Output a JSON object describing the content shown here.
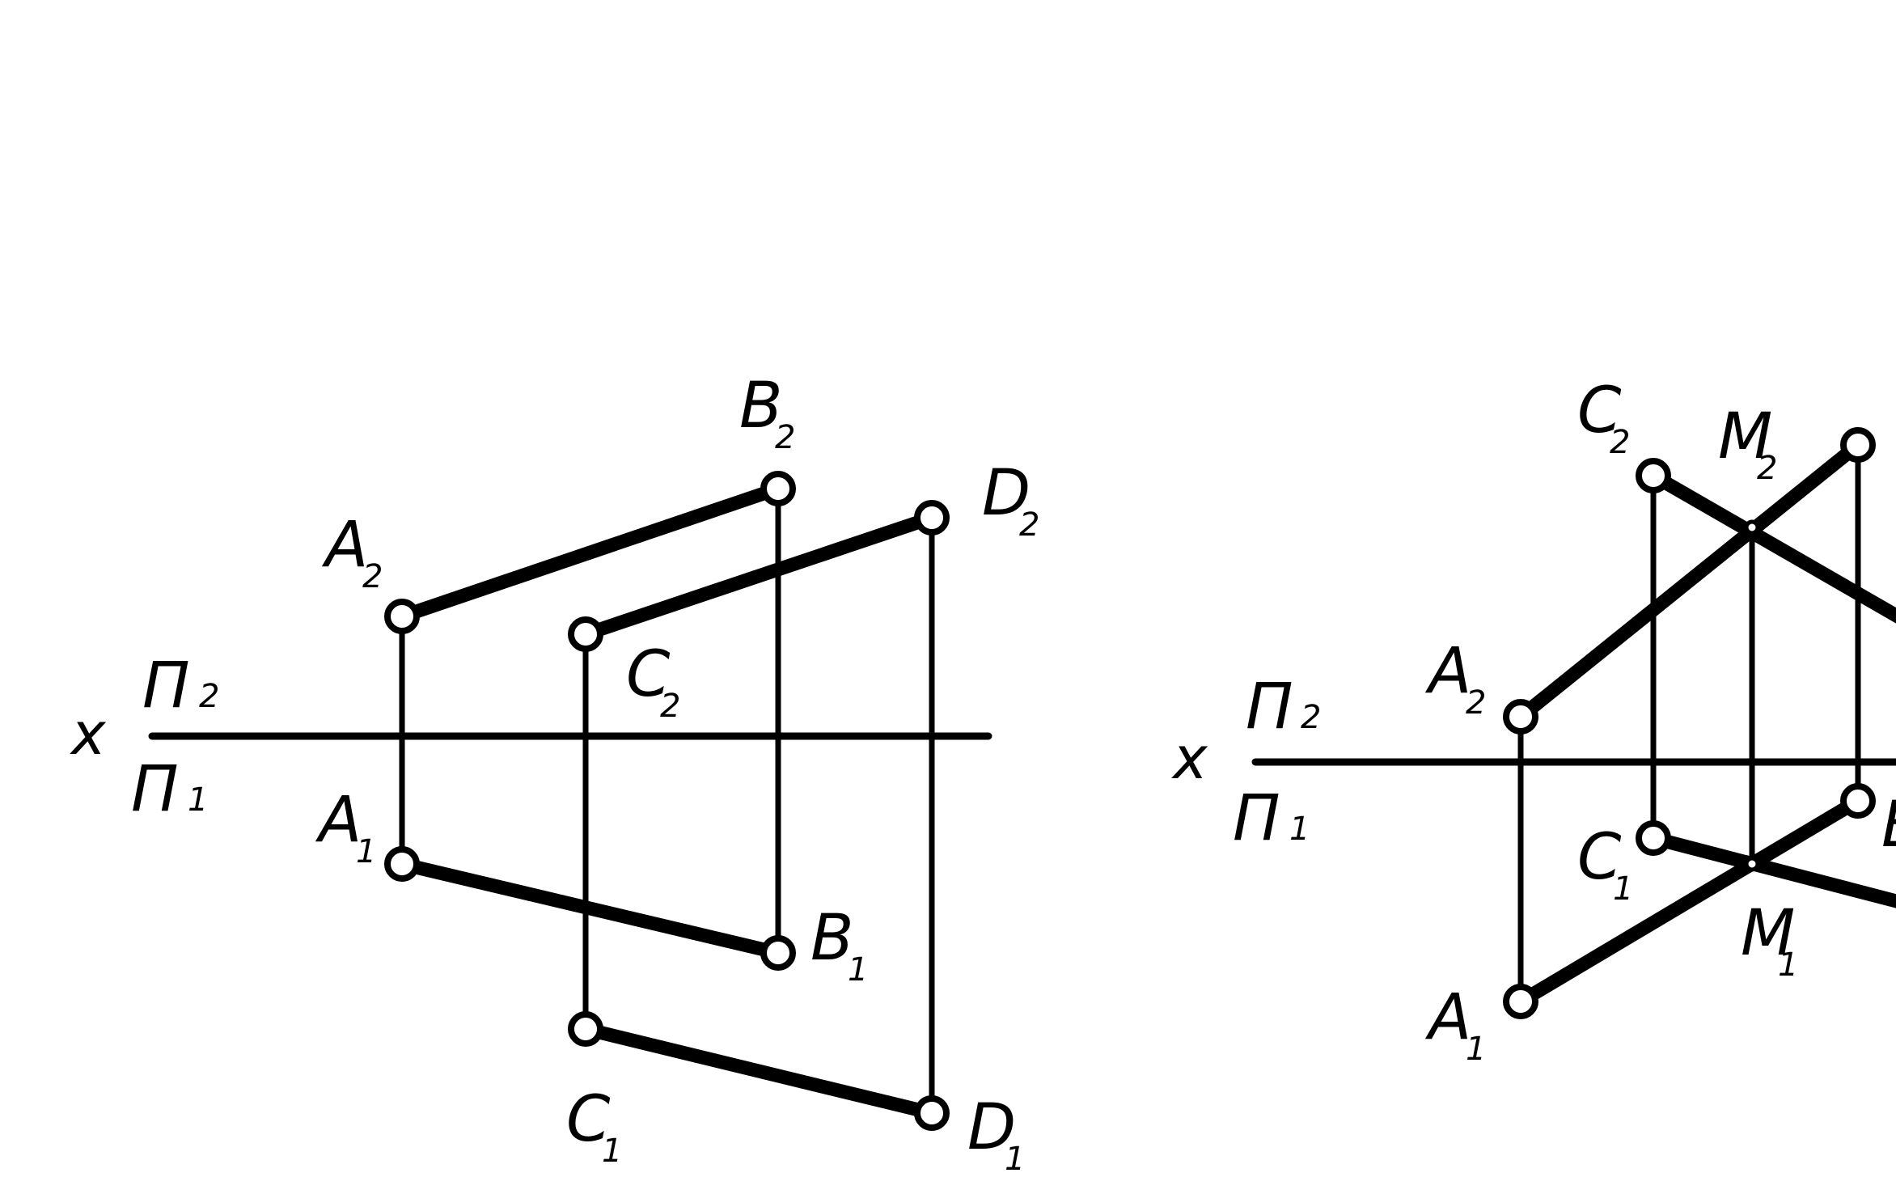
{
  "colors": {
    "ink": "#000000",
    "background": "#ffffff"
  },
  "left_figure": {
    "axis": {
      "x": "x",
      "upper_plane": "Π",
      "upper_sub": "2",
      "lower_plane": "Π",
      "lower_sub": "1"
    },
    "points": {
      "A2": {
        "letter": "A",
        "sub": "2"
      },
      "B2": {
        "letter": "B",
        "sub": "2"
      },
      "C2": {
        "letter": "C",
        "sub": "2"
      },
      "D2": {
        "letter": "D",
        "sub": "2"
      },
      "A1": {
        "letter": "A",
        "sub": "1"
      },
      "B1": {
        "letter": "B",
        "sub": "1"
      },
      "C1": {
        "letter": "C",
        "sub": "1"
      },
      "D1": {
        "letter": "D",
        "sub": "1"
      }
    }
  },
  "right_figure": {
    "axis": {
      "x": "x",
      "upper_plane": "Π",
      "upper_sub": "2",
      "lower_plane": "Π",
      "lower_sub": "1"
    },
    "points": {
      "C2": {
        "letter": "C",
        "sub": "2"
      },
      "M2": {
        "letter": "M",
        "sub": "2"
      },
      "A2": {
        "letter": "A",
        "sub": "2"
      },
      "C1": {
        "letter": "C",
        "sub": "1"
      },
      "M1": {
        "letter": "M",
        "sub": "1"
      },
      "A1": {
        "letter": "A",
        "sub": "1"
      },
      "B1_partial": {
        "letter": "B"
      }
    }
  }
}
